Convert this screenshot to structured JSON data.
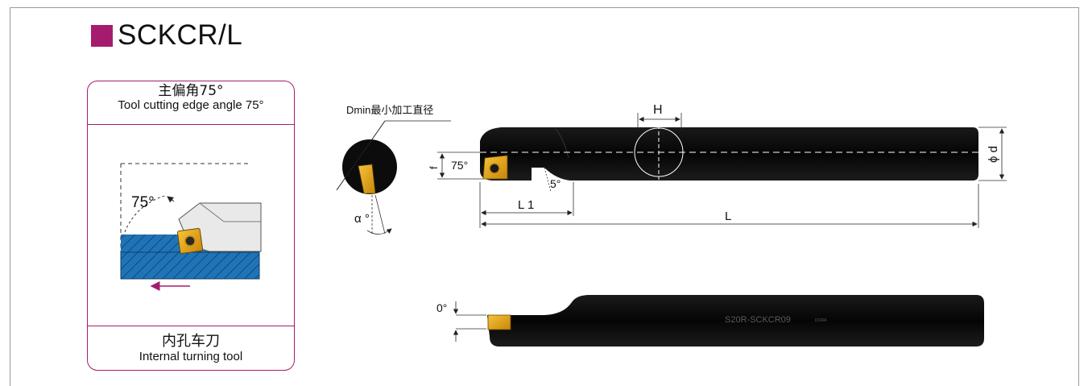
{
  "header": {
    "title": "SCKCR/L",
    "accent_color": "#a51c6e"
  },
  "panel": {
    "title_cn": "主偏角75°",
    "title_en": "Tool cutting edge angle 75°",
    "diagram_angle": "75°",
    "footer_cn": "内孔车刀",
    "footer_en": "Internal turning tool",
    "workpiece_color": "#1f74b8"
  },
  "cross_section": {
    "dmin_label": "Dmin最小加工直径",
    "alpha_label": "α °"
  },
  "side_view": {
    "dim_h": "H",
    "dim_d": "ϕ d",
    "dim_f": "f",
    "angle_75": "75°",
    "angle_5": "5°",
    "dim_l1": "L 1",
    "dim_l": "L"
  },
  "top_view": {
    "angle_0": "0°",
    "engraving": "S20R-SCKCR09",
    "brand_mark": "DORA"
  }
}
